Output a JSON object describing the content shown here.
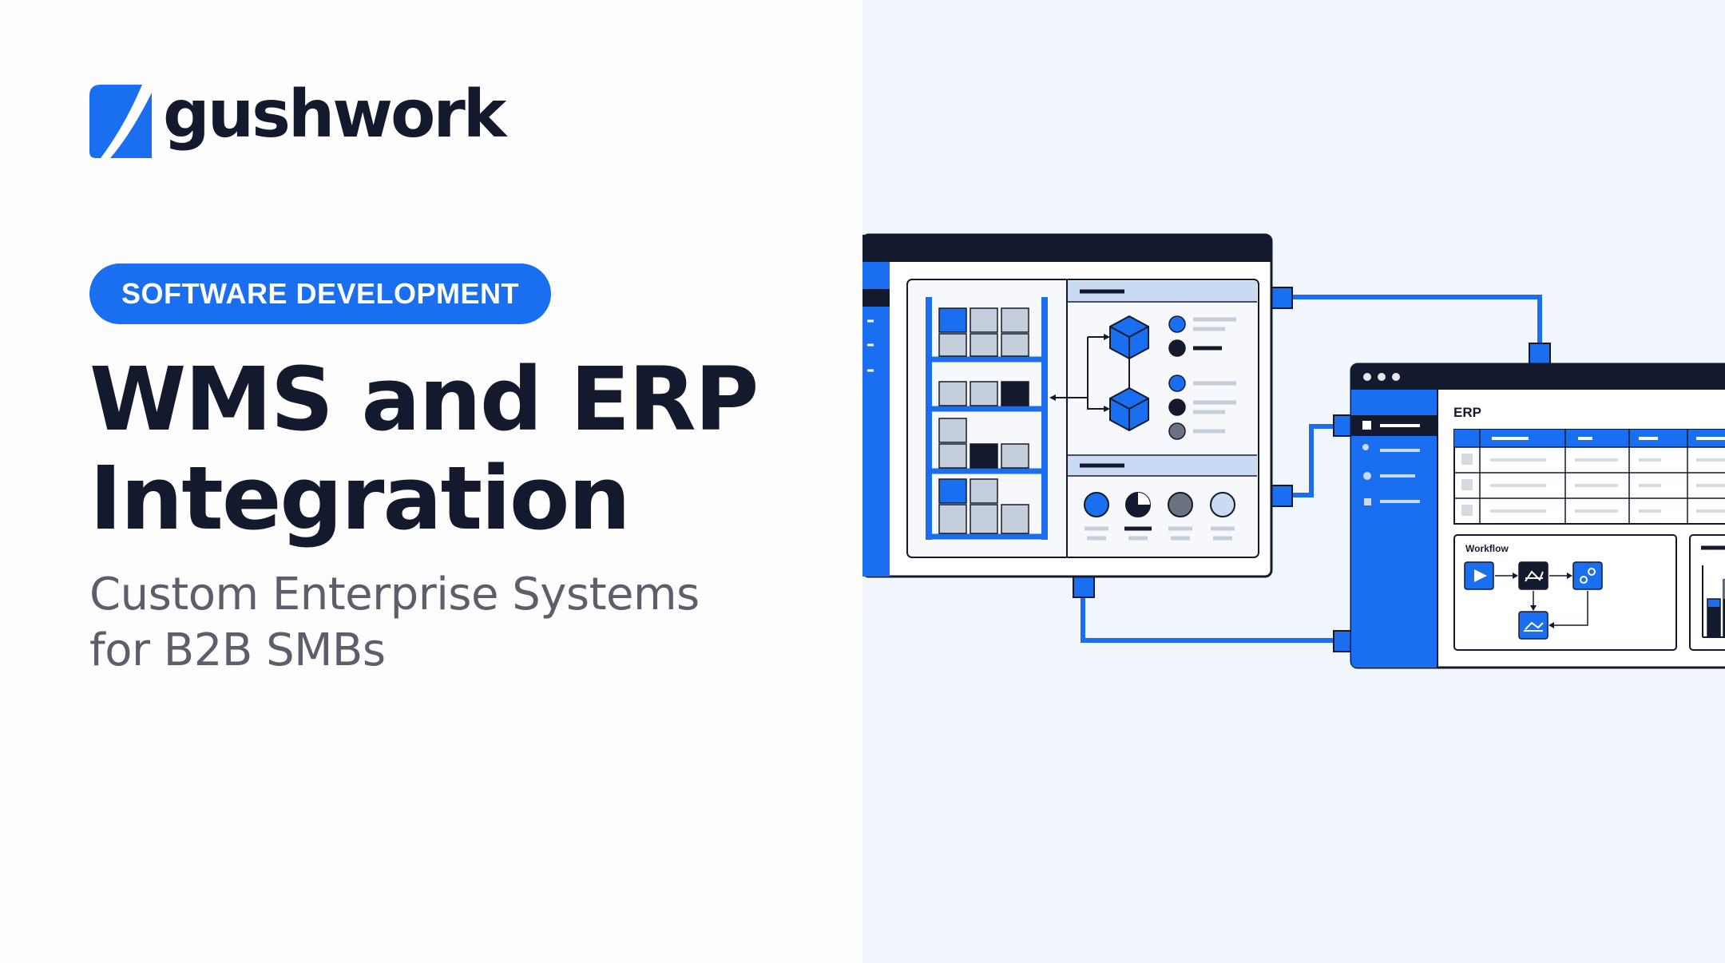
{
  "brand": {
    "name": "gushwork",
    "accent_color": "#1a6ef0",
    "dark_color": "#141a2e"
  },
  "hero": {
    "category_badge": "SOFTWARE DEVELOPMENT",
    "title_line1": "WMS and ERP",
    "title_line2": "Integration",
    "subtitle_line1": "Custom Enterprise Systems",
    "subtitle_line2": "for B2B SMBs"
  },
  "illustration": {
    "wms_window": {
      "icons": [
        "warehouse-shelf-icon",
        "cube-icon",
        "cube-icon",
        "pie-chart-icon"
      ]
    },
    "erp_window": {
      "title": "ERP",
      "workflow_label": "Workflow",
      "icons": [
        "play-icon",
        "shuffle-icon",
        "gears-icon",
        "handshake-icon",
        "bar-chart-icon"
      ]
    }
  }
}
